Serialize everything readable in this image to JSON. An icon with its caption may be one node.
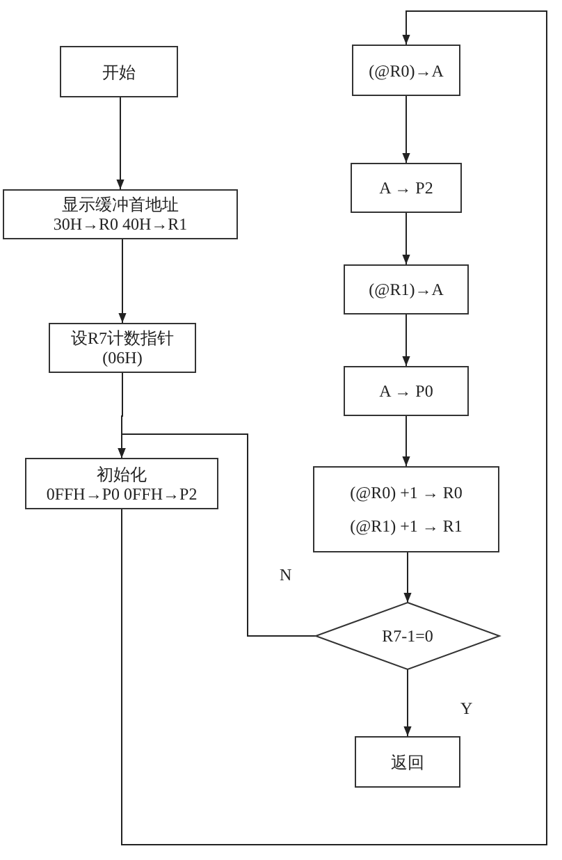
{
  "diagram": {
    "nodes": [
      {
        "text": [
          "开始"
        ]
      },
      {
        "text": [
          "显示缓冲首地址",
          "30H→R0 40H→R1"
        ]
      },
      {
        "text": [
          "设R7计数指针",
          "(06H)"
        ]
      },
      {
        "text": [
          "初始化",
          "0FFH→P0 0FFH→P2"
        ]
      },
      {
        "text": [
          "(@R0)→A"
        ]
      },
      {
        "text": [
          "A → P2"
        ]
      },
      {
        "text": [
          "(@R1)→A"
        ]
      },
      {
        "text": [
          "A → P0"
        ]
      },
      {
        "text": [
          "(@R0) +1 → R0",
          "(@R1) +1 → R1"
        ]
      },
      {
        "text": [
          "R7-1=0"
        ]
      },
      {
        "text": [
          "返回"
        ]
      }
    ],
    "edges": [
      {
        "from": 0,
        "to": 1,
        "arrow": "to"
      },
      {
        "from": 1,
        "to": 2,
        "arrow": "to"
      },
      {
        "from": 2,
        "to": 3,
        "arrow": "to"
      },
      {
        "from": 3,
        "to": 4,
        "arrow": "to"
      },
      {
        "from": 4,
        "to": 5,
        "arrow": "to"
      },
      {
        "from": 5,
        "to": 6,
        "arrow": "to"
      },
      {
        "from": 6,
        "to": 7,
        "arrow": "to"
      },
      {
        "from": 7,
        "to": 8,
        "arrow": "to"
      },
      {
        "from": 8,
        "to": 9,
        "arrow": "to"
      },
      {
        "from": 9,
        "to": 10,
        "arrow": "to",
        "label": "Y"
      },
      {
        "from": 9,
        "to": 3,
        "arrow": "to",
        "label": "N"
      }
    ]
  }
}
